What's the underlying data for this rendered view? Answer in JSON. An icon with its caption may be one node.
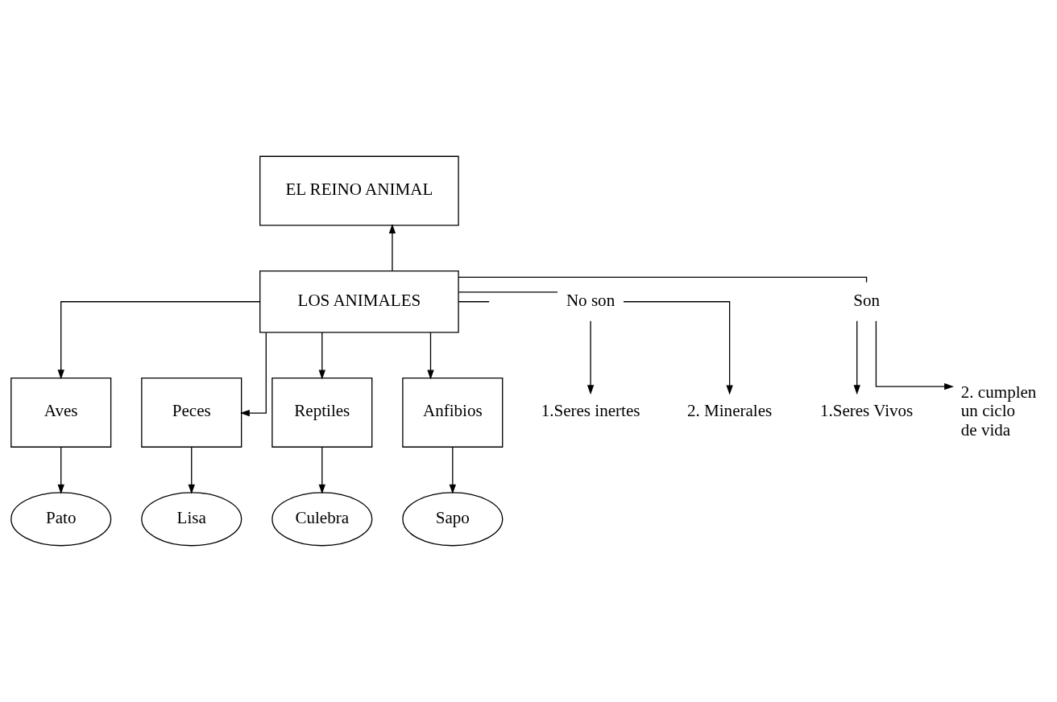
{
  "diagram": {
    "nodes": [
      {
        "text": [
          "EL REINO ANIMAL"
        ]
      },
      {
        "text": [
          "LOS ANIMALES"
        ]
      },
      {
        "text": [
          "Son"
        ]
      },
      {
        "text": [
          "1.Seres Vivos"
        ]
      },
      {
        "text": [
          "2. cumplen un ciclo de vida"
        ]
      },
      {
        "text": [
          "No son"
        ]
      },
      {
        "text": [
          "1.Seres inertes"
        ]
      },
      {
        "text": [
          "2. Minerales"
        ]
      },
      {
        "text": [
          "Aves"
        ]
      },
      {
        "text": [
          "Peces"
        ]
      },
      {
        "text": [
          "Reptiles"
        ]
      },
      {
        "text": [
          "Anfibios"
        ]
      },
      {
        "text": [
          "Pato"
        ]
      },
      {
        "text": [
          "Lisa"
        ]
      },
      {
        "text": [
          "Culebra"
        ]
      },
      {
        "text": [
          "Sapo"
        ]
      }
    ],
    "edges": [
      {
        "from": 1,
        "to": 0,
        "arrow": "to"
      },
      {
        "from": 1,
        "to": 2,
        "arrow": "none"
      },
      {
        "from": 1,
        "to": null,
        "arrow": "none"
      },
      {
        "from": 2,
        "to": 3,
        "arrow": "to"
      },
      {
        "from": 2,
        "to": 4,
        "arrow": "to"
      },
      {
        "from": 1,
        "to": 5,
        "arrow": "none"
      },
      {
        "from": 5,
        "to": 6,
        "arrow": "to"
      },
      {
        "from": 5,
        "to": 7,
        "arrow": "to"
      },
      {
        "from": 1,
        "to": 8,
        "arrow": "to"
      },
      {
        "from": 1,
        "to": 9,
        "arrow": "to"
      },
      {
        "from": 1,
        "to": 10,
        "arrow": "to"
      },
      {
        "from": 1,
        "to": 11,
        "arrow": "to"
      },
      {
        "from": 8,
        "to": 12,
        "arrow": "to"
      },
      {
        "from": 9,
        "to": 13,
        "arrow": "to"
      },
      {
        "from": 10,
        "to": 14,
        "arrow": "to"
      },
      {
        "from": 11,
        "to": 15,
        "arrow": "to"
      }
    ]
  }
}
